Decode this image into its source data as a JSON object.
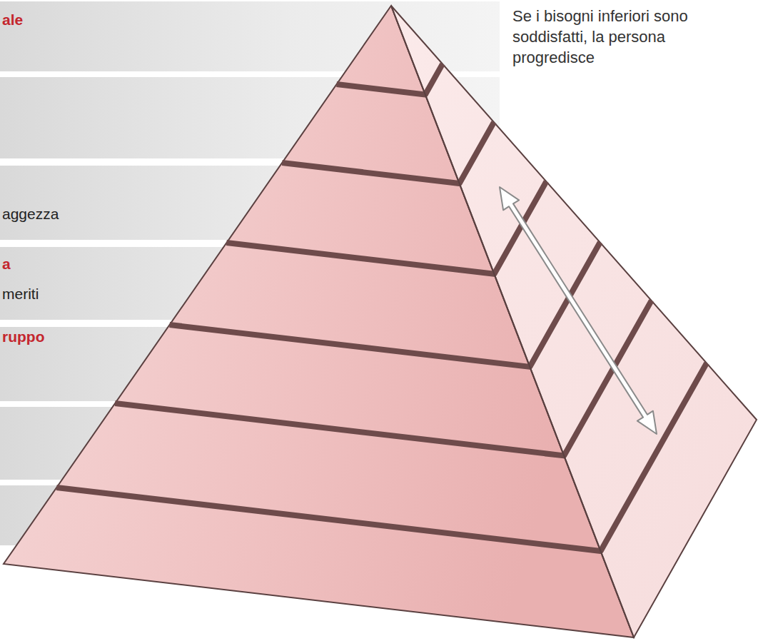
{
  "diagram": {
    "nodes": [
      {
        "text": [
          "ale"
        ]
      },
      {
        "text": [
          "aggezza"
        ]
      },
      {
        "text": [
          "a",
          "meriti"
        ]
      },
      {
        "text": [
          "ruppo"
        ]
      }
    ],
    "labels": [
      "Se i bisogni inferiori sono soddisfatti, la persona progredisce"
    ]
  }
}
